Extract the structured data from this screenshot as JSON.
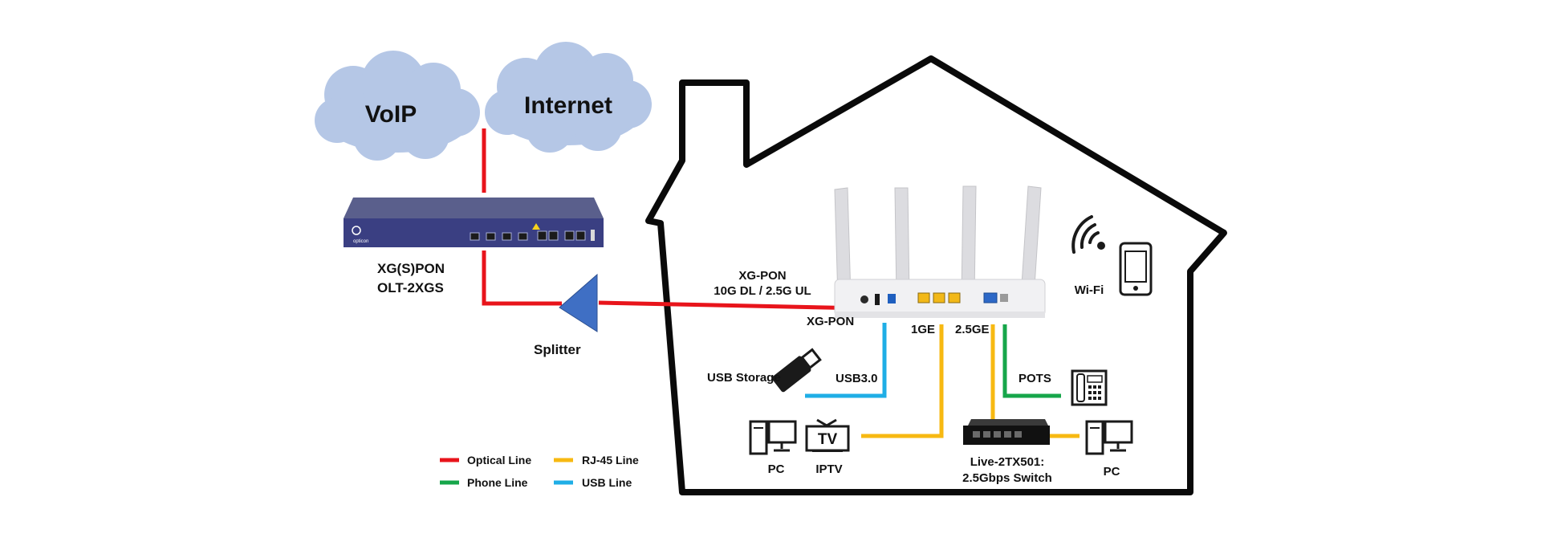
{
  "clouds": [
    {
      "id": "voip",
      "label": "VoIP"
    },
    {
      "id": "internet",
      "label": "Internet"
    }
  ],
  "olt": {
    "line1": "XG(S)PON",
    "line2": "OLT-2XGS"
  },
  "splitter": {
    "label": "Splitter"
  },
  "link": {
    "line1": "XG-PON",
    "line2": "10G DL / 2.5G UL"
  },
  "ports": {
    "xgpon": "XG-PON",
    "ge1": "1GE",
    "ge25": "2.5GE",
    "usb": "USB3.0",
    "pots": "POTS"
  },
  "devices": {
    "usb_storage": "USB Storage",
    "pc_left": "PC",
    "iptv": "IPTV",
    "tv_glyph": "TV",
    "switch_line1": "Live-2TX501:",
    "switch_line2": "2.5Gbps Switch",
    "pc_right": "PC",
    "wifi": "Wi-Fi"
  },
  "legend": [
    {
      "label": "Optical Line",
      "color": "#e8141b"
    },
    {
      "label": "RJ-45 Line",
      "color": "#f7b912"
    },
    {
      "label": "Phone Line",
      "color": "#16a64a"
    },
    {
      "label": "USB Line",
      "color": "#1faee6"
    }
  ],
  "colors": {
    "optical": "#e8141b",
    "rj45": "#f7b912",
    "phone": "#16a64a",
    "usb": "#1faee6",
    "cloud": "#b5c7e6",
    "splitter": "#3f6fc4",
    "olt_body": "#3a3f82"
  }
}
